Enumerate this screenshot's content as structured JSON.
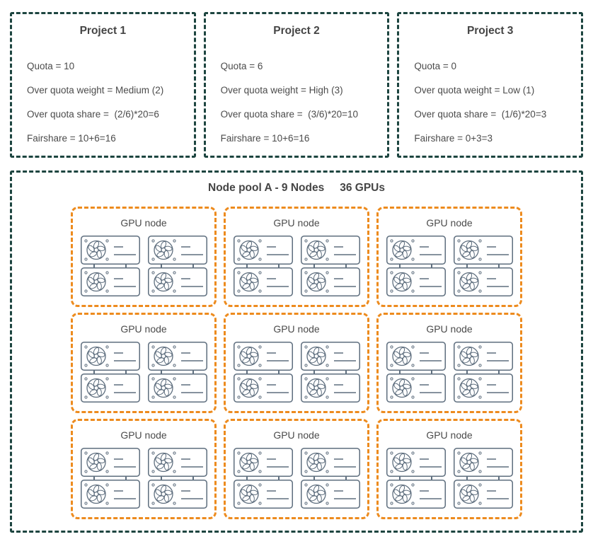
{
  "projects": [
    {
      "title": "Project 1",
      "lines": [
        "Quota = 10",
        "Over quota weight = Medium (2)",
        "Over quota share =  (2/6)*20=6",
        "Fairshare = 10+6=16"
      ]
    },
    {
      "title": "Project 2",
      "lines": [
        "Quota = 6",
        "Over quota weight = High (3)",
        "Over quota share =  (3/6)*20=10",
        "Fairshare = 10+6=16"
      ]
    },
    {
      "title": "Project 3",
      "lines": [
        "Quota = 0",
        "Over quota weight = Low (1)",
        "Over quota share =  (1/6)*20=3",
        "Fairshare = 0+3=3"
      ]
    }
  ],
  "node_pool": {
    "title": "Node pool A - 9 Nodes",
    "gpu_total": "36 GPUs",
    "nodes": [
      {
        "label": "GPU node",
        "gpus": 4
      },
      {
        "label": "GPU node",
        "gpus": 4
      },
      {
        "label": "GPU node",
        "gpus": 4
      },
      {
        "label": "GPU node",
        "gpus": 4
      },
      {
        "label": "GPU node",
        "gpus": 4
      },
      {
        "label": "GPU node",
        "gpus": 4
      },
      {
        "label": "GPU node",
        "gpus": 4
      },
      {
        "label": "GPU node",
        "gpus": 4
      },
      {
        "label": "GPU node",
        "gpus": 4
      }
    ]
  },
  "icons": {
    "gpu_card": "gpu-card-icon",
    "fan": "fan-icon"
  },
  "colors": {
    "project_border": "#1d4540",
    "node_pool_border": "#1d4540",
    "gpu_node_border": "#ed8b1e",
    "gpu_card_stroke": "#5e6e7e",
    "text": "#4b4b4b"
  }
}
